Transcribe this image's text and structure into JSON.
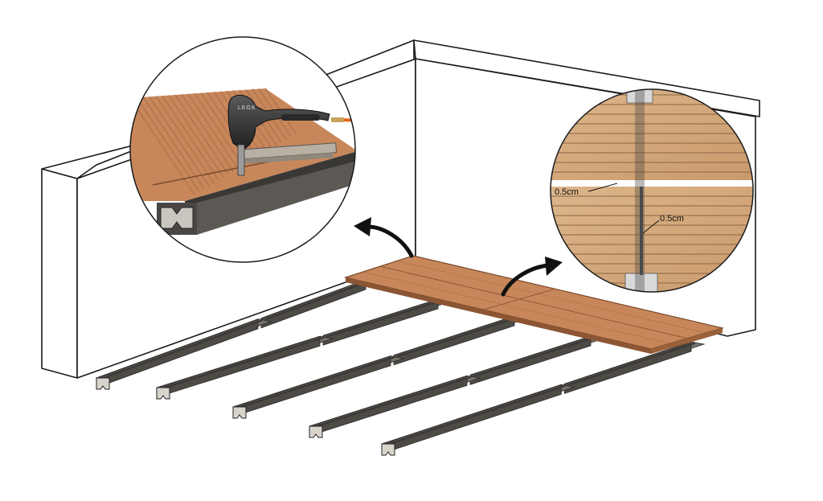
{
  "annotations": {
    "gap_top": "0.5cm",
    "gap_joint": "0.5cm",
    "nailgun_brand": "LEGK"
  },
  "colors": {
    "joist": "#4e4b46",
    "joist_light": "#77736c",
    "deck_board": "#c8875b",
    "deck_board_dark": "#a66a42",
    "wood_detail": "#d4a678",
    "outline": "#1a1a1a"
  },
  "icons": [
    "nail-gun-icon",
    "arrow-icon"
  ]
}
